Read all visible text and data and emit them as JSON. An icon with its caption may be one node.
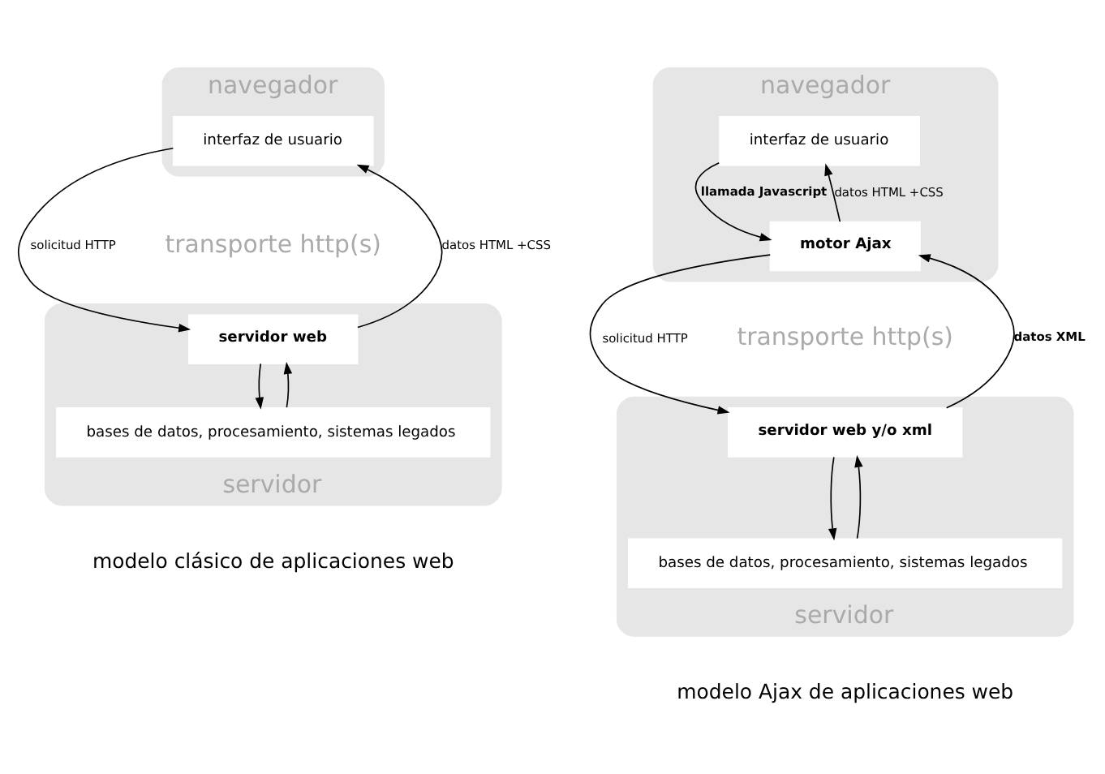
{
  "diagram": {
    "nodes": [
      {
        "text": [
          "navegador"
        ]
      },
      {
        "text": [
          "interfaz de usuario"
        ],
        "in": 0
      },
      {
        "text": [
          "servidor"
        ]
      },
      {
        "text": [
          "servidor web"
        ],
        "in": 2
      },
      {
        "text": [
          "bases de datos, procesamiento, sistemas legados"
        ],
        "in": 2
      },
      {
        "text": [
          "navegador"
        ]
      },
      {
        "text": [
          "interfaz de usuario"
        ],
        "in": 5
      },
      {
        "text": [
          "motor Ajax"
        ],
        "in": 5
      },
      {
        "text": [
          "servidor"
        ]
      },
      {
        "text": [
          "servidor web y/o xml"
        ],
        "in": 8
      },
      {
        "text": [
          "bases de datos, procesamiento, sistemas legados"
        ],
        "in": 8
      }
    ],
    "edges": [
      {
        "from": 1,
        "to": 3,
        "arrow": "to",
        "label": "solicitud HTTP"
      },
      {
        "from": 3,
        "to": 1,
        "arrow": "to",
        "label": "datos HTML +CSS"
      },
      {
        "from": 3,
        "to": 4,
        "arrow": "to"
      },
      {
        "from": 4,
        "to": 3,
        "arrow": "to"
      },
      {
        "from": 6,
        "to": 7,
        "arrow": "to",
        "label": "llamada Javascript"
      },
      {
        "from": 7,
        "to": 6,
        "arrow": "to",
        "label": "datos HTML +CSS"
      },
      {
        "from": 7,
        "to": 9,
        "arrow": "to",
        "label": "solicitud HTTP"
      },
      {
        "from": 9,
        "to": 7,
        "arrow": "to",
        "label": "datos XML"
      },
      {
        "from": 9,
        "to": 10,
        "arrow": "to"
      },
      {
        "from": 10,
        "to": 9,
        "arrow": "to"
      }
    ],
    "labels": [
      "transporte http(s)",
      "transporte http(s)",
      "modelo clásico de aplicaciones web",
      "modelo Ajax de aplicaciones web"
    ]
  }
}
